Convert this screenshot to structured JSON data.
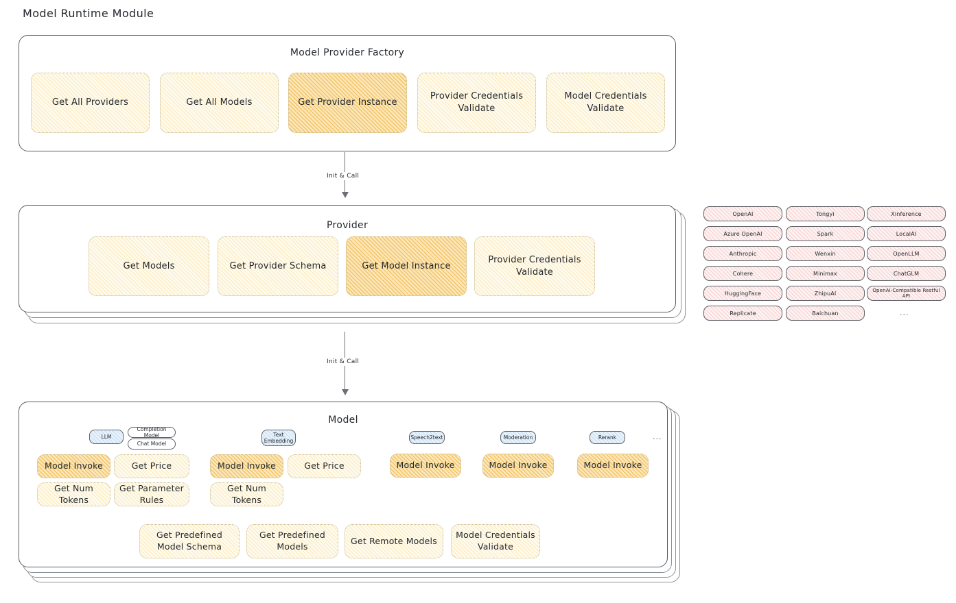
{
  "page": {
    "title": "Model Runtime Module"
  },
  "factory": {
    "title": "Model Provider Factory",
    "nodes": [
      {
        "label": "Get All Providers",
        "highlight": false
      },
      {
        "label": "Get All Models",
        "highlight": false
      },
      {
        "label": "Get Provider Instance",
        "highlight": true
      },
      {
        "label": "Provider Credentials Validate",
        "highlight": false
      },
      {
        "label": "Model Credentials Validate",
        "highlight": false
      }
    ]
  },
  "arrows": [
    {
      "label": "Init & Call"
    },
    {
      "label": "Init & Call"
    }
  ],
  "provider": {
    "title": "Provider",
    "nodes": [
      {
        "label": "Get Models",
        "highlight": false
      },
      {
        "label": "Get Provider Schema",
        "highlight": false
      },
      {
        "label": "Get Model Instance",
        "highlight": true
      },
      {
        "label": "Provider Credentials Validate",
        "highlight": false
      }
    ]
  },
  "provider_list": {
    "columns": [
      {
        "items": [
          "OpenAI",
          "Azure OpenAI",
          "Anthropic",
          "Cohere",
          "HuggingFace",
          "Replicate"
        ]
      },
      {
        "items": [
          "Tongyi",
          "Spark",
          "Wenxin",
          "Minimax",
          "ZhipuAI",
          "Baichuan"
        ]
      },
      {
        "items": [
          "Xinference",
          "LocalAI",
          "OpenLLM",
          "ChatGLM",
          "OpenAI-Compatible Restful API"
        ]
      }
    ],
    "more": "..."
  },
  "model": {
    "title": "Model",
    "more": "...",
    "types": [
      {
        "name": "LLM",
        "sub": [
          "Completion Model",
          "Chat Model"
        ],
        "ops_row1": [
          {
            "label": "Model Invoke",
            "highlight": true
          },
          {
            "label": "Get Price",
            "highlight": false
          }
        ],
        "ops_row2": [
          {
            "label": "Get Num Tokens",
            "highlight": false
          },
          {
            "label": "Get Parameter Rules",
            "highlight": false
          }
        ]
      },
      {
        "name": "Text Embedding",
        "sub": [],
        "ops_row1": [
          {
            "label": "Model Invoke",
            "highlight": true
          },
          {
            "label": "Get Price",
            "highlight": false
          }
        ],
        "ops_row2": [
          {
            "label": "Get Num Tokens",
            "highlight": false
          }
        ]
      },
      {
        "name": "Speech2text",
        "sub": [],
        "ops_row1": [
          {
            "label": "Model Invoke",
            "highlight": true
          }
        ],
        "ops_row2": []
      },
      {
        "name": "Moderation",
        "sub": [],
        "ops_row1": [
          {
            "label": "Model Invoke",
            "highlight": true
          }
        ],
        "ops_row2": []
      },
      {
        "name": "Rerank",
        "sub": [],
        "ops_row1": [
          {
            "label": "Model Invoke",
            "highlight": true
          }
        ],
        "ops_row2": []
      }
    ],
    "shared_ops": [
      "Get Predefined Model Schema",
      "Get Predefined Models",
      "Get Remote Models",
      "Model Credentials Validate"
    ]
  },
  "colors": {
    "cream": "#fefaed",
    "amber": "#fbe7bb",
    "pink": "#fdf1f1",
    "blue": "#e8f2fb",
    "stroke": "#555b61"
  }
}
